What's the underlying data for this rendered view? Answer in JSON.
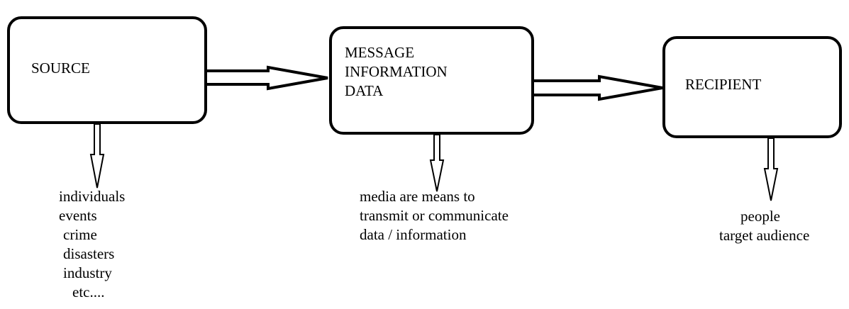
{
  "nodes": {
    "source": {
      "label": "SOURCE"
    },
    "message": {
      "lines": [
        "MESSAGE",
        "INFORMATION",
        "DATA"
      ]
    },
    "recipient": {
      "label": "RECIPIENT"
    }
  },
  "details": {
    "source": [
      "individuals",
      "events",
      "crime",
      "disasters",
      "industry",
      "etc...."
    ],
    "message": [
      "media are means to",
      "transmit or communicate",
      "data / information"
    ],
    "recipient": [
      "people",
      "target audience"
    ]
  }
}
